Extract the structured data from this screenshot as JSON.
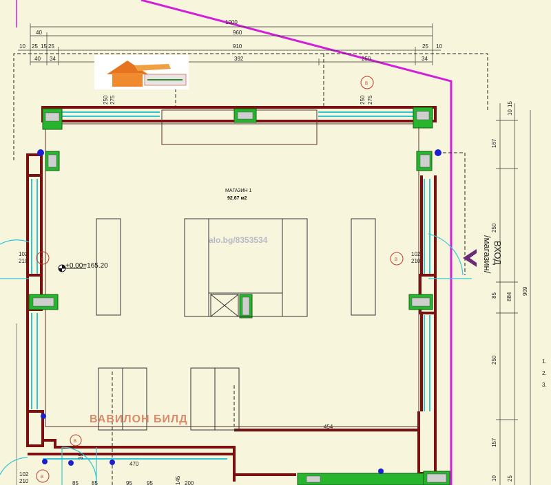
{
  "plan": {
    "room_name": "МАГАЗИН 1",
    "room_area": "92.67  м2",
    "elevation": "+0.00=165.20",
    "watermark": "alo.bg/8353534",
    "brand": "ВАВИЛОН БИЛД",
    "entrance_label_1": "ВХОД",
    "entrance_label_2": "/магазин/",
    "door_tag": "В",
    "door_size_top": "102",
    "door_size_bottom": "210"
  },
  "dimensions_top": {
    "overall": "1000",
    "inner": "960",
    "wall_left": "40",
    "window_span": "910",
    "small_10": "10",
    "small_25": "25",
    "small_15": "15",
    "small_25b": "25",
    "seg_40": "40",
    "seg_34": "34",
    "seg_392": "392",
    "seg_250": "250",
    "seg_25r": "25",
    "seg_10r": "10",
    "seg_34r": "34"
  },
  "dimensions_right": {
    "d10": "10",
    "d15": "15",
    "d167": "167",
    "d250a": "250",
    "d85": "85",
    "d884": "884",
    "d909": "909",
    "d250b": "250",
    "d157": "157",
    "d25": "25",
    "d10b": "10"
  },
  "dimensions_misc": {
    "left_250": "250",
    "left_275": "275",
    "right_250": "250",
    "right_275": "275",
    "seg_454": "454",
    "seg_470": "470",
    "seg_85a": "85",
    "seg_95a": "95",
    "seg_85b": "85",
    "seg_95b": "95",
    "seg_145": "145",
    "seg_200": "200",
    "seg_35": "35"
  },
  "legend_fragments": [
    "1.",
    "2.",
    "3."
  ]
}
